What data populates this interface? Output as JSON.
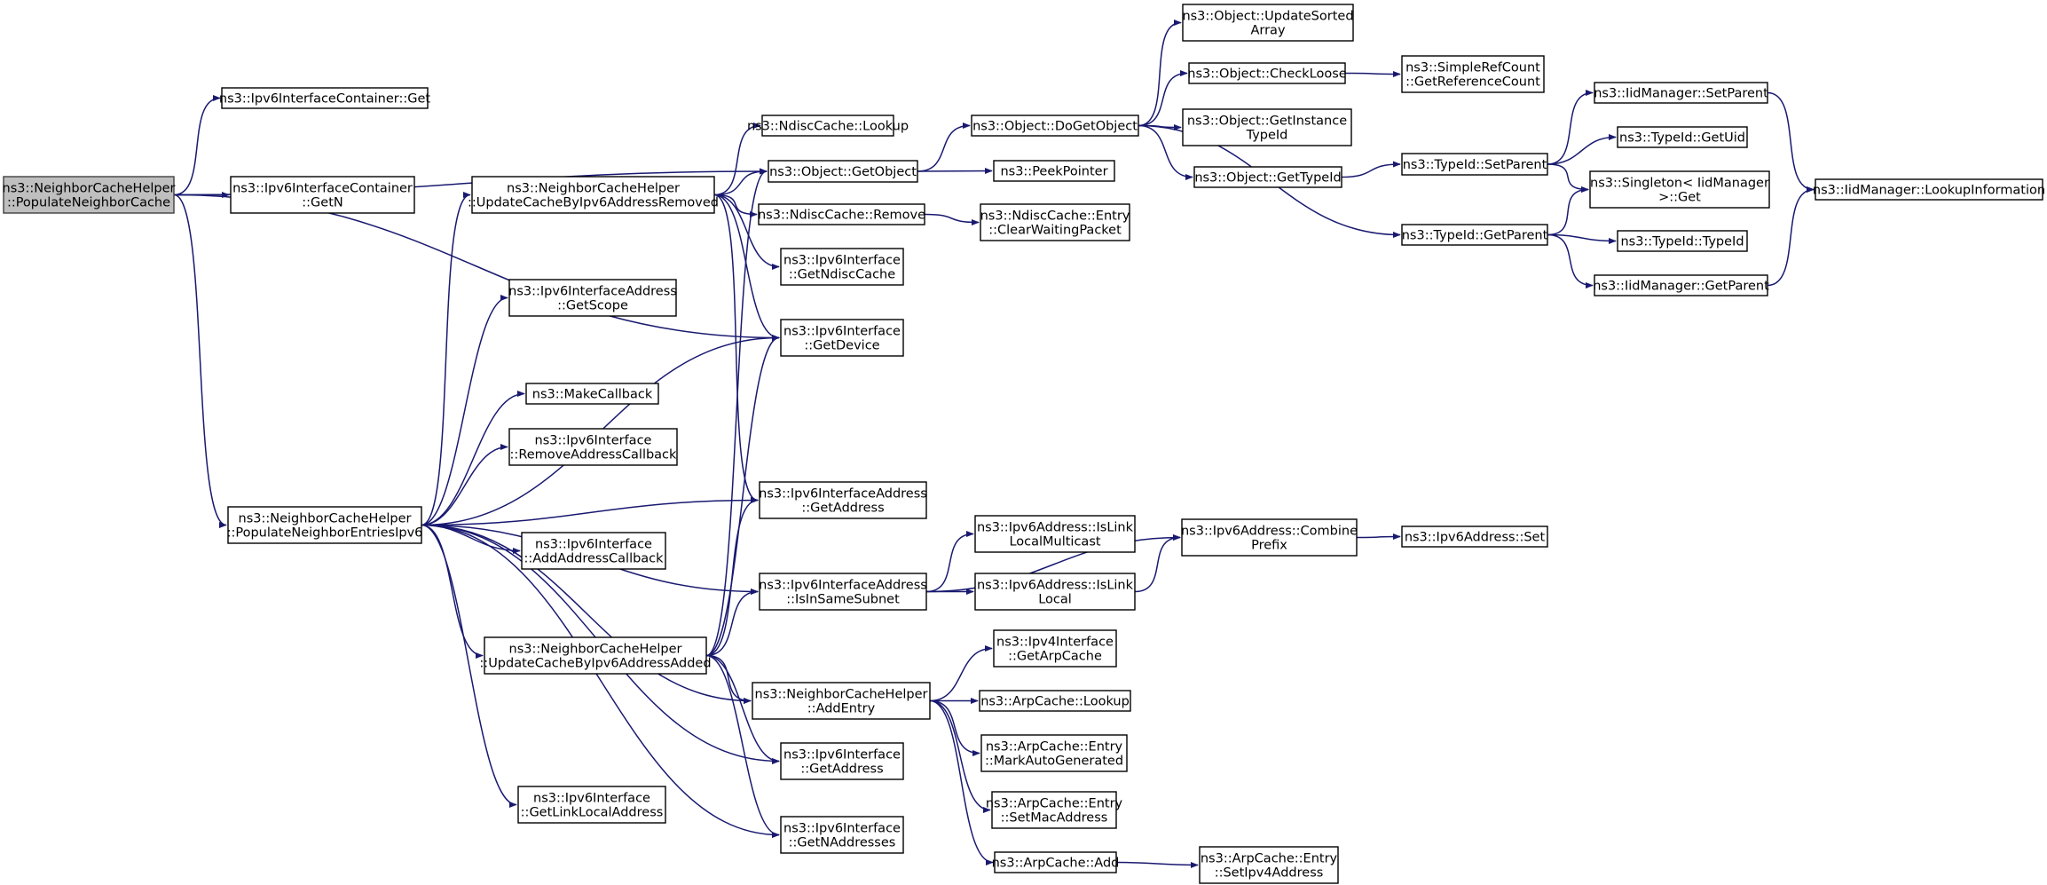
{
  "nodes": [
    {
      "id": "root",
      "lines": [
        "ns3::NeighborCacheHelper",
        "::PopulateNeighborCache"
      ],
      "root": true
    },
    {
      "id": "ic_get",
      "lines": [
        "ns3::Ipv6InterfaceContainer::Get"
      ]
    },
    {
      "id": "ic_getn",
      "lines": [
        "ns3::Ipv6InterfaceContainer",
        "::GetN"
      ]
    },
    {
      "id": "pop_entries",
      "lines": [
        "ns3::NeighborCacheHelper",
        "::PopulateNeighborEntriesIpv6"
      ]
    },
    {
      "id": "upd_removed",
      "lines": [
        "ns3::NeighborCacheHelper",
        "::UpdateCacheByIpv6AddressRemoved"
      ]
    },
    {
      "id": "ia_getscope",
      "lines": [
        "ns3::Ipv6InterfaceAddress",
        "::GetScope"
      ]
    },
    {
      "id": "makecallback",
      "lines": [
        "ns3::MakeCallback"
      ]
    },
    {
      "id": "ii_removecb",
      "lines": [
        "ns3::Ipv6Interface",
        "::RemoveAddressCallback"
      ]
    },
    {
      "id": "ii_addcb",
      "lines": [
        "ns3::Ipv6Interface",
        "::AddAddressCallback"
      ]
    },
    {
      "id": "upd_added",
      "lines": [
        "ns3::NeighborCacheHelper",
        "::UpdateCacheByIpv6AddressAdded"
      ]
    },
    {
      "id": "ii_getlinklocal",
      "lines": [
        "ns3::Ipv6Interface",
        "::GetLinkLocalAddress"
      ]
    },
    {
      "id": "ndisc_lookup",
      "lines": [
        "ns3::NdiscCache::Lookup"
      ]
    },
    {
      "id": "obj_getobject",
      "lines": [
        "ns3::Object::GetObject"
      ]
    },
    {
      "id": "ndisc_remove",
      "lines": [
        "ns3::NdiscCache::Remove"
      ]
    },
    {
      "id": "ii_getndisc",
      "lines": [
        "ns3::Ipv6Interface",
        "::GetNdiscCache"
      ]
    },
    {
      "id": "ii_getdevice",
      "lines": [
        "ns3::Ipv6Interface",
        "::GetDevice"
      ]
    },
    {
      "id": "ia_getaddress",
      "lines": [
        "ns3::Ipv6InterfaceAddress",
        "::GetAddress"
      ]
    },
    {
      "id": "ia_insamesubnet",
      "lines": [
        "ns3::Ipv6InterfaceAddress",
        "::IsInSameSubnet"
      ]
    },
    {
      "id": "nch_addentry",
      "lines": [
        "ns3::NeighborCacheHelper",
        "::AddEntry"
      ]
    },
    {
      "id": "ii_getaddress",
      "lines": [
        "ns3::Ipv6Interface",
        "::GetAddress"
      ]
    },
    {
      "id": "ii_getnaddr",
      "lines": [
        "ns3::Ipv6Interface",
        "::GetNAddresses"
      ]
    },
    {
      "id": "obj_dogetobject",
      "lines": [
        "ns3::Object::DoGetObject"
      ]
    },
    {
      "id": "peekpointer",
      "lines": [
        "ns3::PeekPointer"
      ]
    },
    {
      "id": "ndisc_clearwait",
      "lines": [
        "ns3::NdiscCache::Entry",
        "::ClearWaitingPacket"
      ]
    },
    {
      "id": "a6_islinklocalmc",
      "lines": [
        "ns3::Ipv6Address::IsLink",
        "LocalMulticast"
      ]
    },
    {
      "id": "a6_islinklocal",
      "lines": [
        "ns3::Ipv6Address::IsLink",
        "Local"
      ]
    },
    {
      "id": "i4_getarpcache",
      "lines": [
        "ns3::Ipv4Interface",
        "::GetArpCache"
      ]
    },
    {
      "id": "arp_lookup",
      "lines": [
        "ns3::ArpCache::Lookup"
      ]
    },
    {
      "id": "arp_markauto",
      "lines": [
        "ns3::ArpCache::Entry",
        "::MarkAutoGenerated"
      ]
    },
    {
      "id": "arp_setmac",
      "lines": [
        "ns3::ArpCache::Entry",
        "::SetMacAddress"
      ]
    },
    {
      "id": "arp_add",
      "lines": [
        "ns3::ArpCache::Add"
      ]
    },
    {
      "id": "obj_updsorted",
      "lines": [
        "ns3::Object::UpdateSorted",
        "Array"
      ]
    },
    {
      "id": "obj_checkloose",
      "lines": [
        "ns3::Object::CheckLoose"
      ]
    },
    {
      "id": "obj_getinsttid",
      "lines": [
        "ns3::Object::GetInstance",
        "TypeId"
      ]
    },
    {
      "id": "obj_gettypeid",
      "lines": [
        "ns3::Object::GetTypeId"
      ]
    },
    {
      "id": "a6_combine",
      "lines": [
        "ns3::Ipv6Address::Combine",
        "Prefix"
      ]
    },
    {
      "id": "arp_setipv4",
      "lines": [
        "ns3::ArpCache::Entry",
        "::SetIpv4Address"
      ]
    },
    {
      "id": "srefcount",
      "lines": [
        "ns3::SimpleRefCount",
        "::GetReferenceCount"
      ]
    },
    {
      "id": "tid_setparent",
      "lines": [
        "ns3::TypeId::SetParent"
      ]
    },
    {
      "id": "tid_getparent",
      "lines": [
        "ns3::TypeId::GetParent"
      ]
    },
    {
      "id": "a6_set",
      "lines": [
        "ns3::Ipv6Address::Set"
      ]
    },
    {
      "id": "iid_setparent",
      "lines": [
        "ns3::IidManager::SetParent"
      ]
    },
    {
      "id": "tid_getuid",
      "lines": [
        "ns3::TypeId::GetUid"
      ]
    },
    {
      "id": "singleton_get",
      "lines": [
        "ns3::Singleton< IidManager",
        " >::Get"
      ]
    },
    {
      "id": "tid_typeid",
      "lines": [
        "ns3::TypeId::TypeId"
      ]
    },
    {
      "id": "iid_getparent",
      "lines": [
        "ns3::IidManager::GetParent"
      ]
    },
    {
      "id": "iid_lookupinfo",
      "lines": [
        "ns3::IidManager::LookupInformation"
      ]
    }
  ],
  "edges": [
    [
      "root",
      "ic_get"
    ],
    [
      "root",
      "obj_getobject"
    ],
    [
      "root",
      "ic_getn"
    ],
    [
      "root",
      "ii_getdevice"
    ],
    [
      "root",
      "pop_entries"
    ],
    [
      "pop_entries",
      "upd_removed"
    ],
    [
      "pop_entries",
      "ia_getscope"
    ],
    [
      "pop_entries",
      "ii_getdevice"
    ],
    [
      "pop_entries",
      "makecallback"
    ],
    [
      "pop_entries",
      "ii_removecb"
    ],
    [
      "pop_entries",
      "ia_getaddress"
    ],
    [
      "pop_entries",
      "ii_addcb"
    ],
    [
      "pop_entries",
      "ia_insamesubnet"
    ],
    [
      "pop_entries",
      "upd_added"
    ],
    [
      "pop_entries",
      "nch_addentry"
    ],
    [
      "pop_entries",
      "ii_getaddress"
    ],
    [
      "pop_entries",
      "ii_getlinklocal"
    ],
    [
      "pop_entries",
      "ii_getnaddr"
    ],
    [
      "upd_removed",
      "ndisc_lookup"
    ],
    [
      "upd_removed",
      "obj_getobject"
    ],
    [
      "upd_removed",
      "ndisc_remove"
    ],
    [
      "upd_removed",
      "ii_getndisc"
    ],
    [
      "upd_removed",
      "ii_getdevice"
    ],
    [
      "upd_removed",
      "ia_getaddress"
    ],
    [
      "upd_added",
      "obj_getobject"
    ],
    [
      "upd_added",
      "ii_getdevice"
    ],
    [
      "upd_added",
      "ia_getaddress"
    ],
    [
      "upd_added",
      "ia_insamesubnet"
    ],
    [
      "upd_added",
      "nch_addentry"
    ],
    [
      "upd_added",
      "ii_getaddress"
    ],
    [
      "upd_added",
      "ii_getnaddr"
    ],
    [
      "obj_getobject",
      "obj_dogetobject"
    ],
    [
      "obj_getobject",
      "peekpointer"
    ],
    [
      "ndisc_remove",
      "ndisc_clearwait"
    ],
    [
      "ia_insamesubnet",
      "a6_combine"
    ],
    [
      "ia_insamesubnet",
      "a6_islinklocalmc"
    ],
    [
      "ia_insamesubnet",
      "a6_islinklocal"
    ],
    [
      "a6_islinklocal",
      "a6_combine"
    ],
    [
      "a6_combine",
      "a6_set"
    ],
    [
      "nch_addentry",
      "i4_getarpcache"
    ],
    [
      "nch_addentry",
      "arp_lookup"
    ],
    [
      "nch_addentry",
      "arp_markauto"
    ],
    [
      "nch_addentry",
      "arp_setmac"
    ],
    [
      "nch_addentry",
      "arp_add"
    ],
    [
      "arp_add",
      "arp_setipv4"
    ],
    [
      "obj_dogetobject",
      "obj_updsorted"
    ],
    [
      "obj_dogetobject",
      "obj_checkloose"
    ],
    [
      "obj_dogetobject",
      "obj_getinsttid"
    ],
    [
      "obj_dogetobject",
      "obj_gettypeid"
    ],
    [
      "obj_dogetobject",
      "tid_getparent"
    ],
    [
      "obj_checkloose",
      "srefcount"
    ],
    [
      "obj_gettypeid",
      "tid_setparent"
    ],
    [
      "tid_setparent",
      "iid_setparent"
    ],
    [
      "tid_setparent",
      "tid_getuid"
    ],
    [
      "tid_setparent",
      "singleton_get"
    ],
    [
      "tid_getparent",
      "singleton_get"
    ],
    [
      "tid_getparent",
      "tid_typeid"
    ],
    [
      "tid_getparent",
      "iid_getparent"
    ],
    [
      "iid_setparent",
      "iid_lookupinfo"
    ],
    [
      "iid_getparent",
      "iid_lookupinfo"
    ]
  ]
}
